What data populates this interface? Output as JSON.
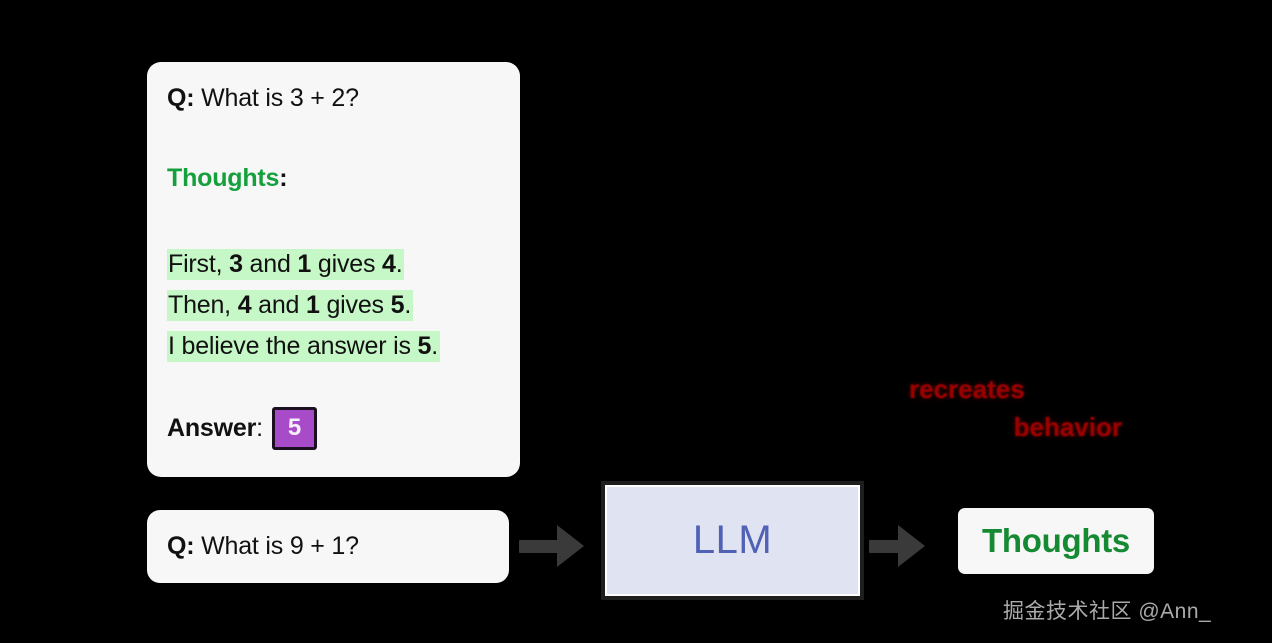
{
  "background_color": "#000000",
  "prompt_card": {
    "question": {
      "label": "Q:",
      "text": " What is 3 + 2?"
    },
    "thoughts_heading": {
      "word": "Thoughts",
      "colon": ":",
      "color": "#15a03d"
    },
    "steps": [
      {
        "prefix": "First, ",
        "a": "3",
        "mid": " and ",
        "b": "1",
        "verb": " gives ",
        "result": "4",
        "period": "."
      },
      {
        "prefix": "Then, ",
        "a": "4",
        "mid": " and ",
        "b": "1",
        "verb": " gives ",
        "result": "5",
        "period": "."
      },
      {
        "prefix": "I believe the answer is ",
        "a": "",
        "mid": "",
        "b": "",
        "verb": "",
        "result": "5",
        "period": "."
      }
    ],
    "highlight_color": "#c6f7c6",
    "answer": {
      "label": "Answer",
      "colon": ":",
      "value": "5",
      "badge_color": "#a84bc9"
    }
  },
  "query_box": {
    "label": "Q:",
    "text": " What is 9 + 1?"
  },
  "llm": {
    "label": "LLM",
    "text_color": "#5161b5",
    "panel_color": "#dfe3f2"
  },
  "output_box": {
    "label": "Thoughts",
    "color": "#158a33"
  },
  "annotation": {
    "line1": "recreates",
    "line2": "behavior",
    "color": "#9c0000"
  },
  "watermark": {
    "text": "掘金技术社区 @Ann_"
  },
  "arrows": {
    "input_arrow": "arrow-right-icon",
    "output_arrow": "arrow-right-icon"
  }
}
